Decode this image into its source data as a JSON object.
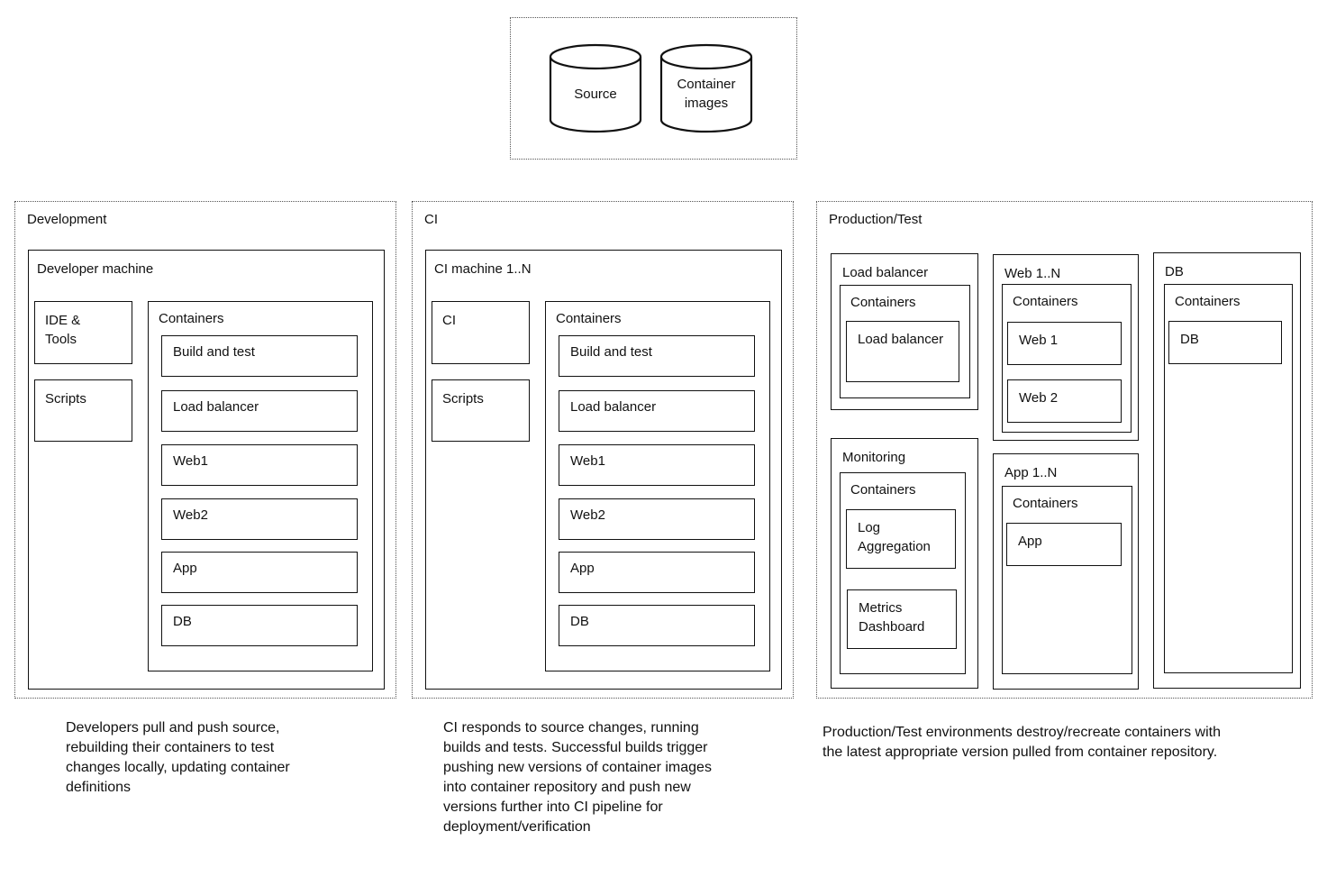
{
  "colors": {
    "line": "#111111",
    "dotted_border": "#555555",
    "background": "#ffffff",
    "text": "#111111"
  },
  "repository": {
    "cylinders": [
      {
        "label": "Source"
      },
      {
        "label": "Container images"
      }
    ]
  },
  "development": {
    "label": "Development",
    "machine_label": "Developer machine",
    "side_boxes": [
      "IDE & Tools",
      "Scripts"
    ],
    "containers_label": "Containers",
    "containers": [
      "Build and test",
      "Load balancer",
      "Web1",
      "Web2",
      "App",
      "DB"
    ],
    "caption": "Developers pull and push source,\nrebuilding their containers to test\nchanges locally, updating container\ndefinitions"
  },
  "ci": {
    "label": "CI",
    "machine_label": "CI machine 1..N",
    "side_boxes": [
      "CI",
      "Scripts"
    ],
    "containers_label": "Containers",
    "containers": [
      "Build and test",
      "Load balancer",
      "Web1",
      "Web2",
      "App",
      "DB"
    ],
    "caption": "CI responds to source changes, running\nbuilds and tests. Successful builds trigger\npushing new versions of container images\ninto container repository and push new\nversions further into CI pipeline for\ndeployment/verification"
  },
  "production": {
    "label": "Production/Test",
    "nodes": [
      {
        "label": "Load balancer",
        "containers_label": "Containers",
        "containers": [
          "Load balancer"
        ]
      },
      {
        "label": "Web 1..N",
        "containers_label": "Containers",
        "containers": [
          "Web 1",
          "Web 2"
        ]
      },
      {
        "label": "DB",
        "containers_label": "Containers",
        "containers": [
          "DB"
        ]
      },
      {
        "label": "Monitoring",
        "containers_label": "Containers",
        "containers": [
          "Log Aggregation",
          "Metrics Dashboard"
        ]
      },
      {
        "label": "App 1..N",
        "containers_label": "Containers",
        "containers": [
          "App"
        ]
      }
    ],
    "caption": "Production/Test environments destroy/recreate containers with\nthe latest appropriate version pulled from container repository."
  }
}
